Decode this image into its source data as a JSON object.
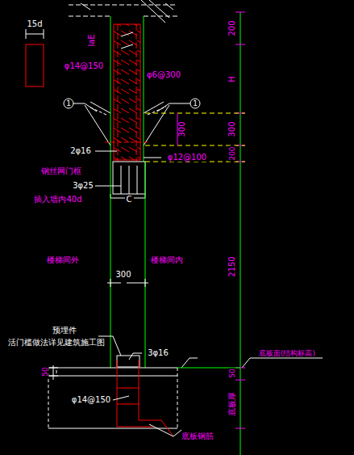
{
  "diagram": {
    "labels": [
      "15d",
      "laE",
      "φ14@150",
      "φ6@300",
      "1",
      "1",
      "300",
      "2φ16",
      "φ12@100",
      "钢丝网门框",
      "3φ25",
      "插入墙内40d",
      "C",
      "楼梯间外",
      "楼梯间内",
      "300",
      "预埋件",
      "活门槛做法详见建筑施工图",
      "3φ16",
      "50",
      "φ14@150",
      "底板钢筋",
      "200",
      "H",
      "300",
      "200",
      "2150",
      "50",
      "底板面(结构标高)",
      "底板厚"
    ]
  }
}
